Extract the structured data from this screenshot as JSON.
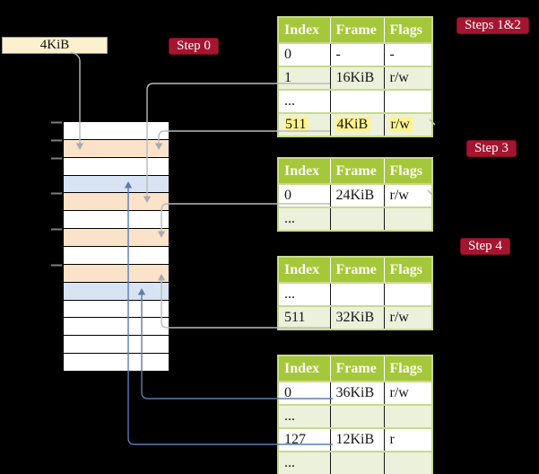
{
  "page_box": {
    "label": "4KiB"
  },
  "badges": {
    "step0": "Step 0",
    "steps12": "Steps 1&2",
    "step3": "Step 3",
    "step4": "Step 4"
  },
  "memory": {
    "rows": [
      "white",
      "peach",
      "white",
      "blue",
      "peach",
      "white",
      "peach",
      "white",
      "peach",
      "blue",
      "white",
      "white",
      "white",
      "white"
    ]
  },
  "tables": [
    {
      "name": "page-table-steps12",
      "headers": [
        "Index",
        "Frame",
        "Flags"
      ],
      "rows": [
        {
          "cells": [
            "0",
            "-",
            "-"
          ],
          "shade": false,
          "highlight": false
        },
        {
          "cells": [
            "1",
            "16KiB",
            "r/w"
          ],
          "shade": true,
          "highlight": false
        },
        {
          "cells": [
            "...",
            "",
            ""
          ],
          "shade": false,
          "highlight": false
        },
        {
          "cells": [
            "511",
            "4KiB",
            "r/w"
          ],
          "shade": true,
          "highlight": true
        }
      ]
    },
    {
      "name": "page-table-step3",
      "headers": [
        "Index",
        "Frame",
        "Flags"
      ],
      "rows": [
        {
          "cells": [
            "0",
            "24KiB",
            "r/w"
          ],
          "shade": false,
          "highlight": false
        },
        {
          "cells": [
            "...",
            "",
            ""
          ],
          "shade": true,
          "highlight": false
        }
      ]
    },
    {
      "name": "page-table-step4",
      "headers": [
        "Index",
        "Frame",
        "Flags"
      ],
      "rows": [
        {
          "cells": [
            "...",
            "",
            ""
          ],
          "shade": false,
          "highlight": false
        },
        {
          "cells": [
            "511",
            "32KiB",
            "r/w"
          ],
          "shade": true,
          "highlight": false
        }
      ]
    },
    {
      "name": "page-table-final",
      "headers": [
        "Index",
        "Frame",
        "Flags"
      ],
      "rows": [
        {
          "cells": [
            "0",
            "36KiB",
            "r/w"
          ],
          "shade": false,
          "highlight": false
        },
        {
          "cells": [
            "...",
            "",
            ""
          ],
          "shade": true,
          "highlight": false
        },
        {
          "cells": [
            "127",
            "12KiB",
            "r"
          ],
          "shade": false,
          "highlight": false
        },
        {
          "cells": [
            "...",
            "",
            ""
          ],
          "shade": true,
          "highlight": false
        }
      ]
    }
  ],
  "colors": {
    "badge_red": "#A61530",
    "table_header_green": "#A5C73A",
    "table_row_green": "#EBF1DB",
    "frame_peach": "#FBE3C9",
    "frame_blue": "#D8E4F4",
    "box_cream": "#FCF1CE",
    "highlight_yellow": "#FFF48C",
    "wire_gray": "#BABBC0",
    "wire_blue": "#5B7CB2"
  }
}
